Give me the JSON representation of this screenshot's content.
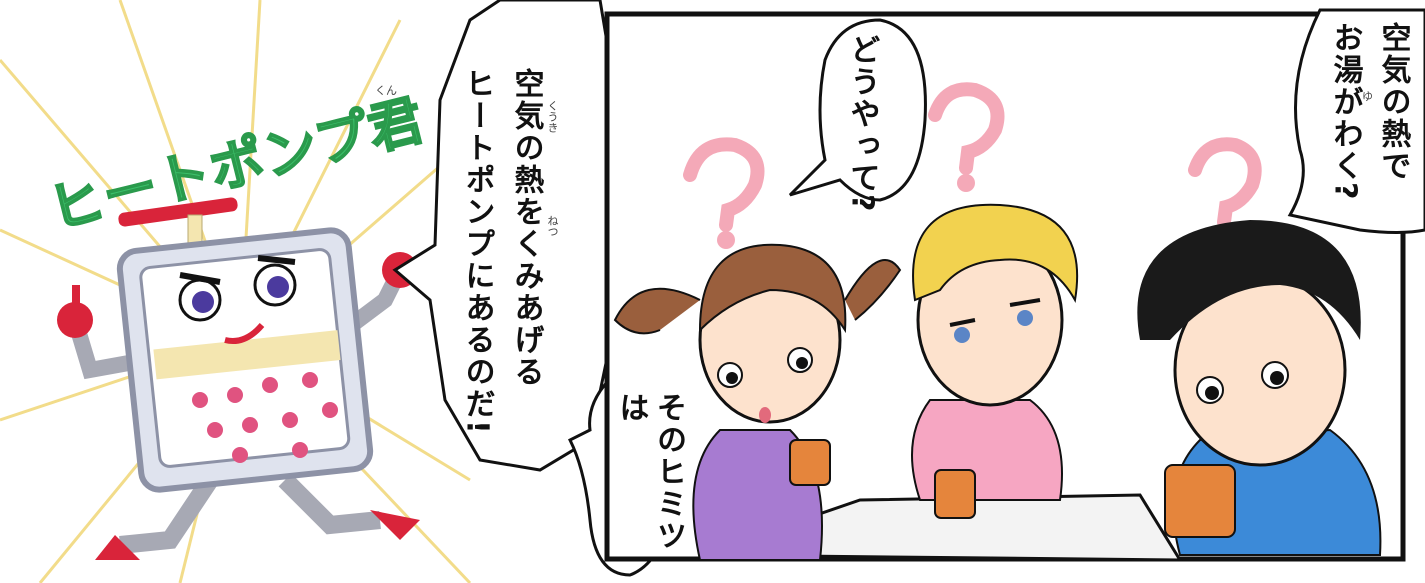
{
  "title": {
    "text": "ヒートポンプ君",
    "ruby": "くん"
  },
  "bubbles": {
    "pump_speech_line1": "空気の熱をくみあげる",
    "pump_speech_line2": "ヒートポンプにあるのだ!",
    "secret": "そのヒミツは",
    "how": "どうやって?",
    "boy_line1": "空気の熱で",
    "boy_line2": "お湯がわく?"
  },
  "furigana": {
    "kuuki": "くうき",
    "netsu": "ねつ",
    "yu": "ゆ"
  },
  "colors": {
    "accent_green": "#3cc06a",
    "question_pink": "#f4a9b8",
    "pump_red": "#d9243a"
  }
}
